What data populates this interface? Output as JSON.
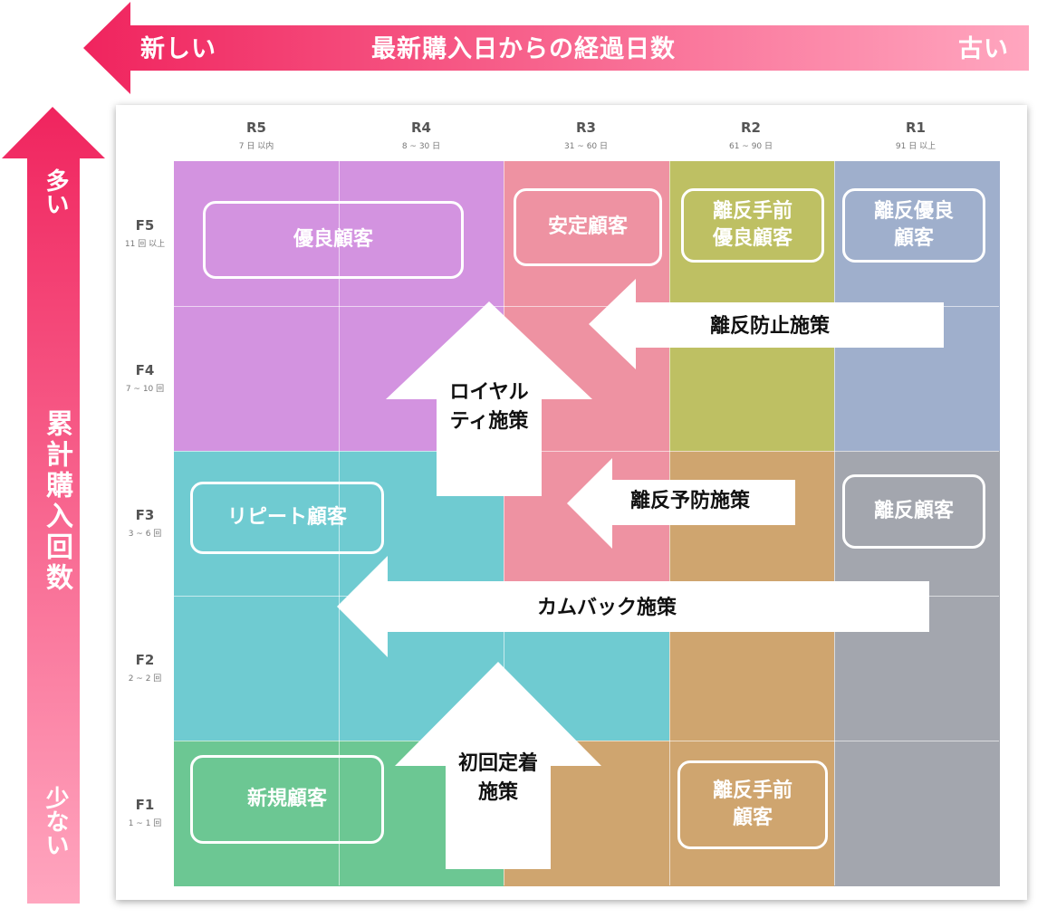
{
  "top_axis": {
    "title": "最新購入日からの経過日数",
    "left_label": "新しい",
    "right_label": "古い"
  },
  "left_axis": {
    "title": "累計購入回数",
    "top_label": "多い",
    "bottom_label": "少ない"
  },
  "columns": [
    {
      "code": "R5",
      "range": "7 日 以内"
    },
    {
      "code": "R4",
      "range": "8 ~ 30 日"
    },
    {
      "code": "R3",
      "range": "31 ~ 60 日"
    },
    {
      "code": "R2",
      "range": "61 ~ 90 日"
    },
    {
      "code": "R1",
      "range": "91 日 以上"
    }
  ],
  "rows": [
    {
      "code": "F5",
      "range": "11 回 以上"
    },
    {
      "code": "F4",
      "range": "7 ~ 10 回"
    },
    {
      "code": "F3",
      "range": "3 ~ 6 回"
    },
    {
      "code": "F2",
      "range": "2 ~ 2 回"
    },
    {
      "code": "F1",
      "range": "1 ~ 1 回"
    }
  ],
  "cell_colors": [
    [
      "#d393e0",
      "#d393e0",
      "#ee92a2",
      "#bec063",
      "#9fafcc"
    ],
    [
      "#d393e0",
      "#d393e0",
      "#ee92a2",
      "#bec063",
      "#9fafcc"
    ],
    [
      "#6fcbd1",
      "#6fcbd1",
      "#ee92a2",
      "#cfa56f",
      "#a3a6ae"
    ],
    [
      "#6fcbd1",
      "#6fcbd1",
      "#6fcbd1",
      "#cfa56f",
      "#a3a6ae"
    ],
    [
      "#6cc793",
      "#6cc793",
      "#cfa56f",
      "#cfa56f",
      "#a3a6ae"
    ]
  ],
  "segments": {
    "loyal": "優良顧客",
    "stable": "安定顧客",
    "pre_churn_loyal": "離反手前\n優良顧客",
    "churned_loyal": "離反優良\n顧客",
    "repeat": "リピート顧客",
    "churned": "離反顧客",
    "new": "新規顧客",
    "pre_churn": "離反手前\n顧客"
  },
  "measures": {
    "churn_prevention": "離反防止施策",
    "loyalty": "ロイヤル\nティ施策",
    "churn_precaution": "離反予防施策",
    "comeback": "カムバック施策",
    "first_retention": "初回定着\n施策"
  },
  "colors": {
    "axis_dark": "#f0245e",
    "axis_light": "#ffa6bf"
  }
}
